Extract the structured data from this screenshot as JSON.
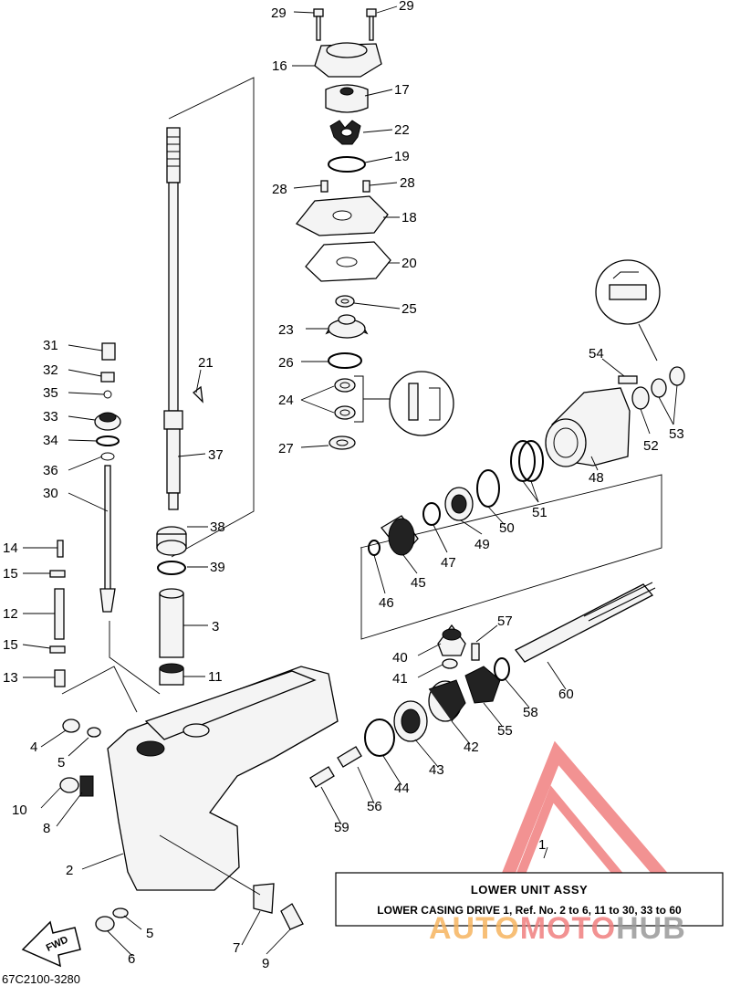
{
  "labels": {
    "p1": "1",
    "p2": "2",
    "p3": "3",
    "p4": "4",
    "p5a": "5",
    "p5b": "5",
    "p6": "6",
    "p7": "7",
    "p8": "8",
    "p9": "9",
    "p10": "10",
    "p11": "11",
    "p12": "12",
    "p13": "13",
    "p14": "14",
    "p15a": "15",
    "p15b": "15",
    "p16": "16",
    "p17": "17",
    "p18": "18",
    "p19": "19",
    "p20": "20",
    "p21": "21",
    "p22": "22",
    "p23": "23",
    "p24": "24",
    "p25": "25",
    "p26": "26",
    "p27": "27",
    "p28a": "28",
    "p28b": "28",
    "p29a": "29",
    "p29b": "29",
    "p30": "30",
    "p31": "31",
    "p32": "32",
    "p33": "33",
    "p34": "34",
    "p35": "35",
    "p36": "36",
    "p37": "37",
    "p38": "38",
    "p39": "39",
    "p40": "40",
    "p41": "41",
    "p42": "42",
    "p43": "43",
    "p44": "44",
    "p45": "45",
    "p46": "46",
    "p47": "47",
    "p48": "48",
    "p49": "49",
    "p50": "50",
    "p51": "51",
    "p52": "52",
    "p53": "53",
    "p54": "54",
    "p55": "55",
    "p56": "56",
    "p57": "57",
    "p58": "58",
    "p59": "59",
    "p60": "60"
  },
  "title_box": {
    "title": "LOWER UNIT ASSY",
    "subtitle": "LOWER CASING DRIVE 1,  Ref. No. 2 to 6, 11 to 30, 33 to 60"
  },
  "fwd_marker": "FWD",
  "drawing_code": "67C2100-3280",
  "watermark": {
    "brand_auto": "AUTO",
    "brand_moto": "MOTO",
    "brand_hub": "HUB",
    "color_red": "#f08080",
    "color_orange": "#f6b560",
    "color_gray": "#9a9a9a"
  }
}
